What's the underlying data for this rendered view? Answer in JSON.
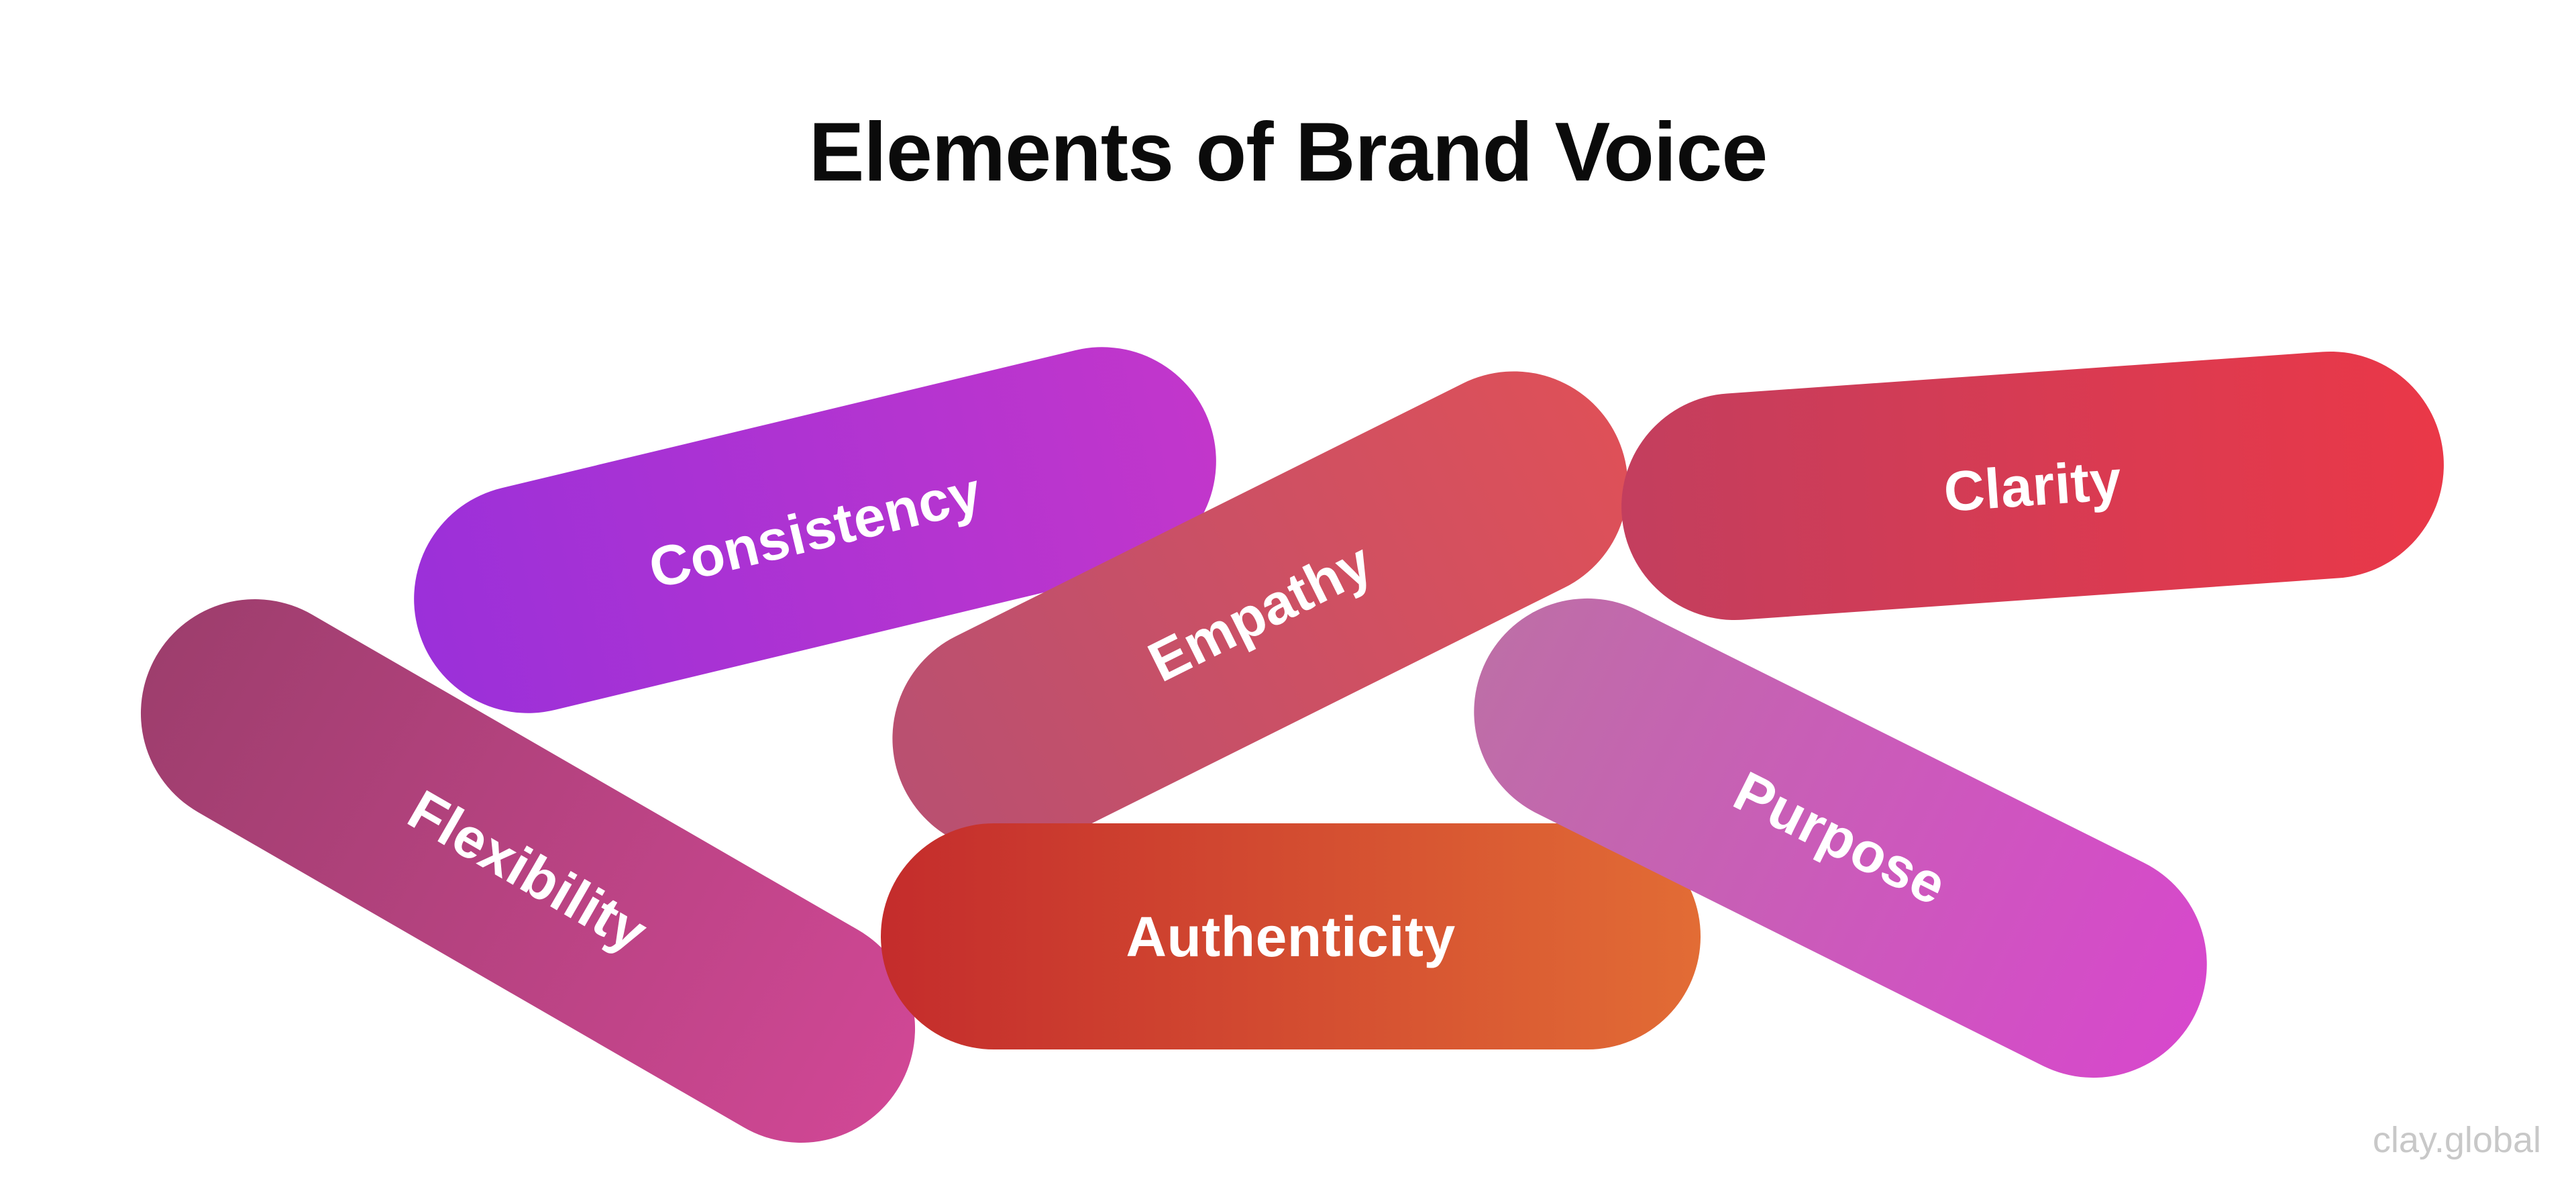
{
  "title": "Elements of Brand Voice",
  "watermark": "clay.global",
  "elements": [
    {
      "id": "consistency",
      "label": "Consistency",
      "gradient": [
        "#9b30d9",
        "#c236cb"
      ]
    },
    {
      "id": "empathy",
      "label": "Empathy",
      "gradient": [
        "#b95071",
        "#de5058"
      ]
    },
    {
      "id": "clarity",
      "label": "Clarity",
      "gradient": [
        "#c33e5e",
        "#ea3848"
      ]
    },
    {
      "id": "flexibility",
      "label": "Flexibility",
      "gradient": [
        "#9e3e6d",
        "#d04795"
      ]
    },
    {
      "id": "authenticity",
      "label": "Authenticity",
      "gradient": [
        "#c42c2c",
        "#e26c35"
      ]
    },
    {
      "id": "purpose",
      "label": "Purpose",
      "gradient": [
        "#be6ea7",
        "#d748cc"
      ]
    }
  ]
}
